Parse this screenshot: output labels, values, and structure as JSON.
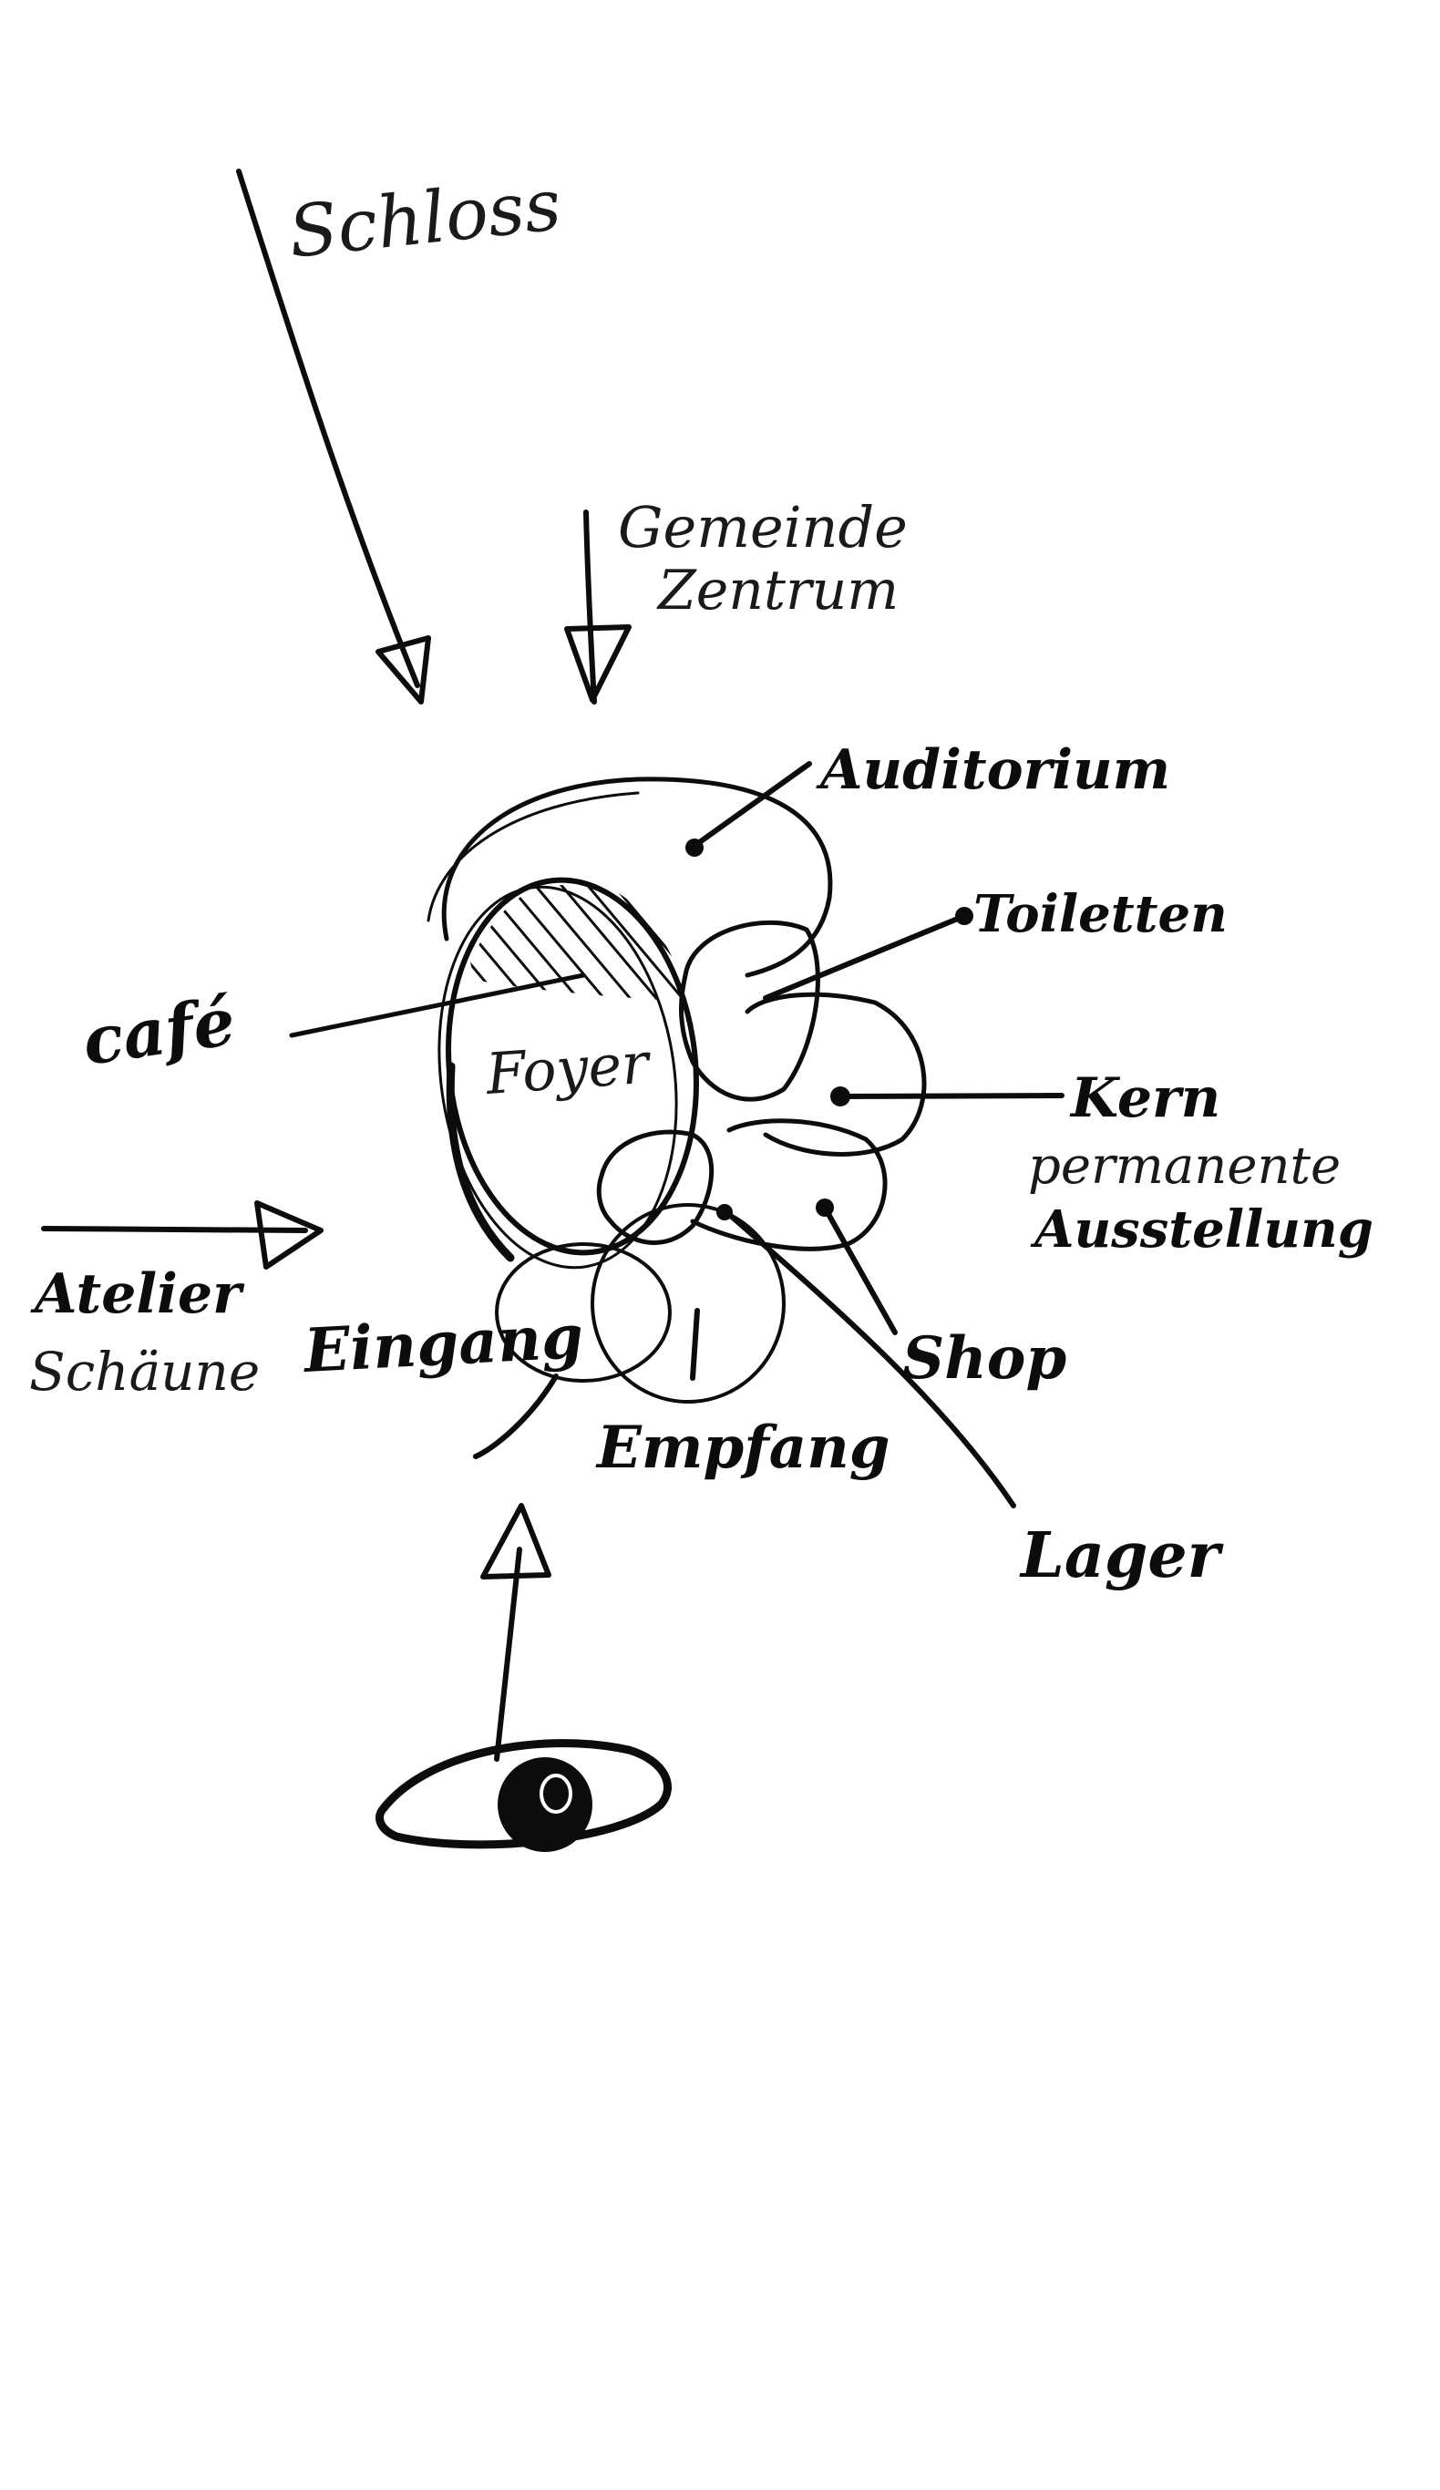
{
  "labels": {
    "schloss": "Schloss",
    "gemeinde_line1": "Gemeinde",
    "gemeinde_line2": "Zentrum",
    "auditorium": "Auditorium",
    "toiletten": "Toiletten",
    "cafe": "café",
    "foyer": "Foyer",
    "kern_line1": "Kern",
    "kern_line2": "permanente",
    "kern_line3": "Ausstellung",
    "atelier": "Atelier",
    "scheune": "Schäune",
    "eingang": "Eingang",
    "empfang": "Empfang",
    "shop": "Shop",
    "lager": "Lager"
  },
  "colors": {
    "ink": "#0c0c0c",
    "paper": "#ffffff"
  },
  "icons": {
    "eye": "eye-icon"
  }
}
